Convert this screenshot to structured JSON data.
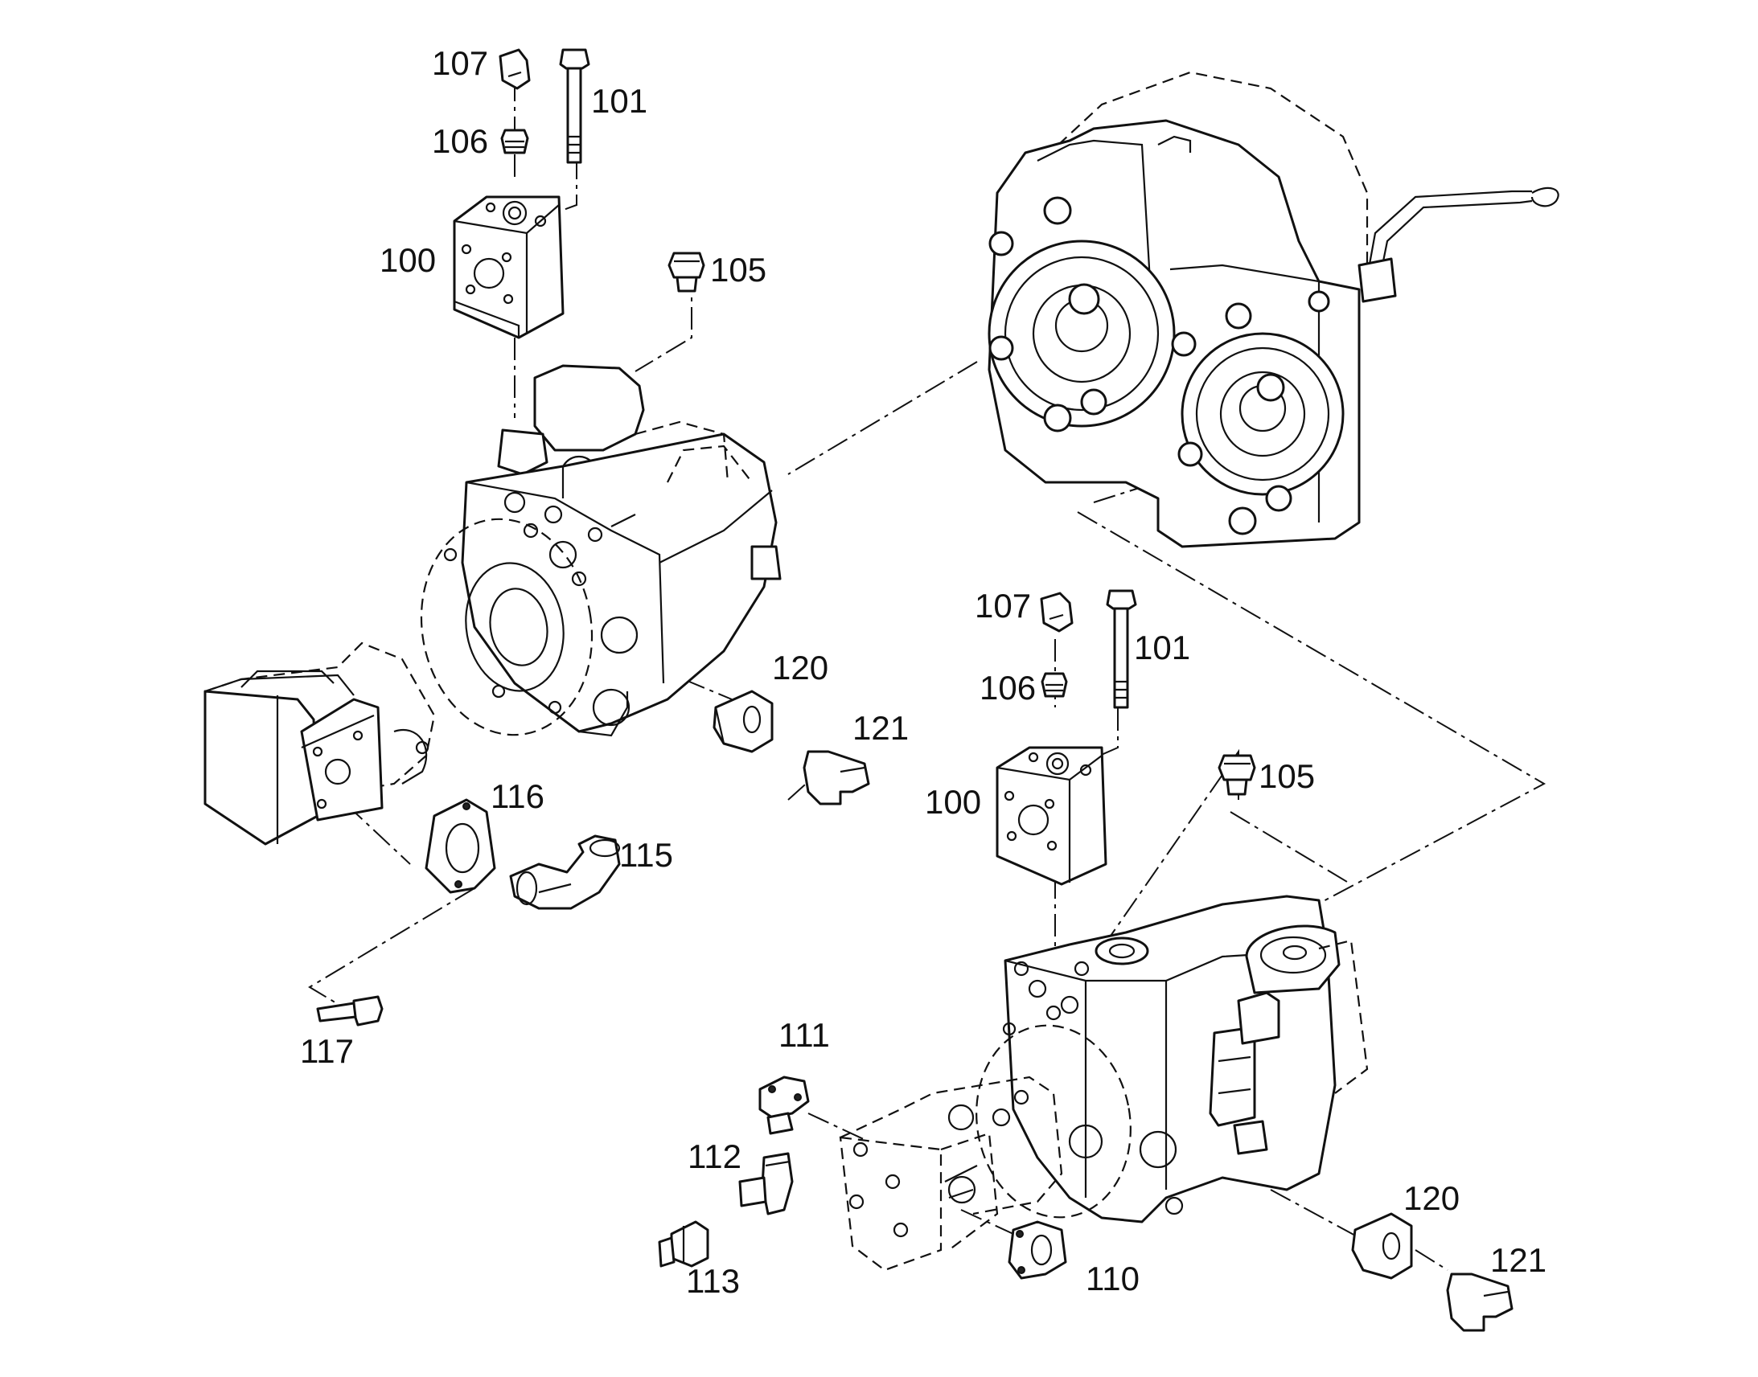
{
  "callouts": {
    "top_107": "107",
    "top_106": "106",
    "top_101": "101",
    "top_100": "100",
    "top_105": "105",
    "top_120": "120",
    "top_121": "121",
    "n116": "116",
    "n115": "115",
    "n117": "117",
    "bot_107": "107",
    "bot_106": "106",
    "bot_101": "101",
    "bot_100": "100",
    "bot_105": "105",
    "n111": "111",
    "n112": "112",
    "n113": "113",
    "n110": "110",
    "bot_120": "120",
    "bot_121": "121"
  }
}
